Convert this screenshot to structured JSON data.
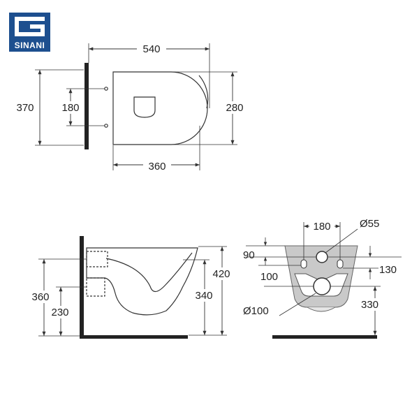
{
  "brand": {
    "name": "SINANI",
    "color": "#1d4f8f"
  },
  "top_view": {
    "width_total": "540",
    "height_total": "370",
    "fixing_spacing": "180",
    "bowl_width": "280",
    "bowl_length": "360"
  },
  "side_view": {
    "total_height": "420",
    "rim_height": "340",
    "outlet_height": "360",
    "inlet_height": "230"
  },
  "rear_view": {
    "fixing_spacing": "180",
    "inlet_diameter": "Ø55",
    "top_offset": "90",
    "inlet_offset": "100",
    "right_offset": "130",
    "outlet_height": "330",
    "outlet_diameter": "Ø100"
  }
}
